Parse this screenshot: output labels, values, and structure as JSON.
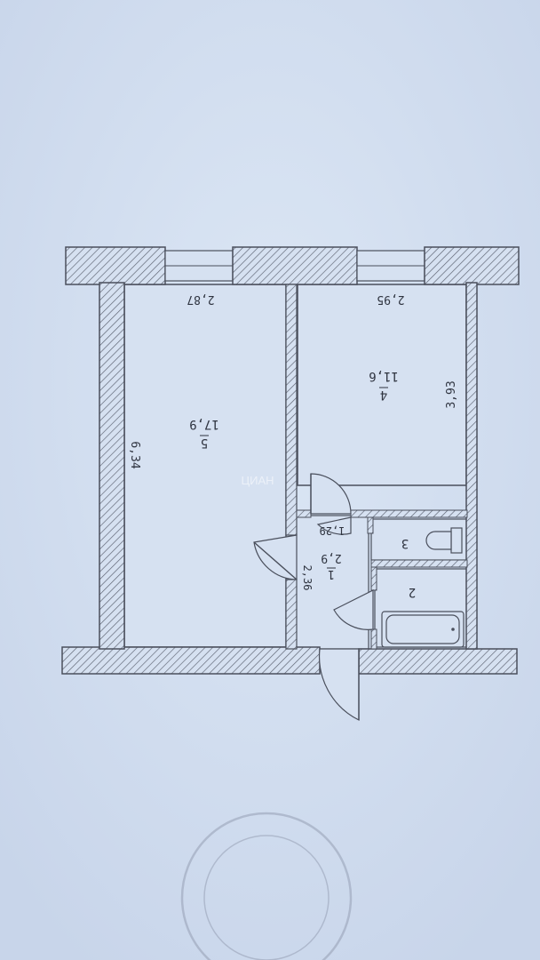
{
  "rooms": [
    {
      "id": "5",
      "area": "17,9"
    },
    {
      "id": "4",
      "area": "11,6"
    },
    {
      "id": "1",
      "area": "2,9"
    },
    {
      "id": "3",
      "area": ""
    },
    {
      "id": "2",
      "area": ""
    }
  ],
  "dimensions": {
    "room5_width": "2,87",
    "room5_length": "6,34",
    "room4_width": "2,95",
    "room4_length": "3,93",
    "hall_width": "1,29",
    "hall_length": "2,36"
  },
  "watermark": "ЦИАН",
  "stamp_text": "",
  "colors": {
    "paper": "#d3dff0",
    "line": "#4a4f5c",
    "hatch": "#5b6170",
    "room_fill": "#d6e1f1"
  }
}
